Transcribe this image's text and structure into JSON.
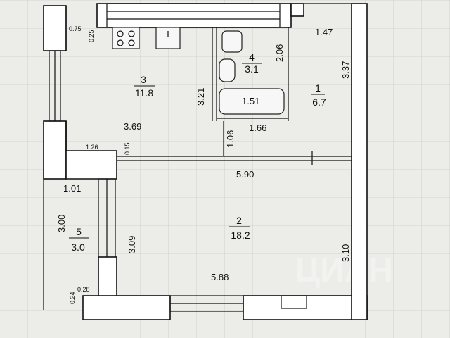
{
  "rooms": [
    {
      "number": "1",
      "area": "6.7"
    },
    {
      "number": "2",
      "area": "18.2"
    },
    {
      "number": "3",
      "area": "11.8"
    },
    {
      "number": "4",
      "area": "3.1"
    },
    {
      "number": "5",
      "area": "3.0"
    }
  ],
  "dimensions": {
    "d075": "0.75",
    "d025": "0.25",
    "d147": "1.47",
    "d206": "2.06",
    "d337": "3.37",
    "d321": "3.21",
    "d151": "1.51",
    "d369": "3.69",
    "d106": "1.06",
    "d166": "1.66",
    "d126": "1.26",
    "d015": "0.15",
    "d590": "5.90",
    "d101": "1.01",
    "d300": "3.00",
    "d309": "3.09",
    "d310": "3.10",
    "d588": "5.88",
    "d024": "0.24",
    "d028": "0.28"
  },
  "watermark": {
    "text": "ЦИАН"
  }
}
